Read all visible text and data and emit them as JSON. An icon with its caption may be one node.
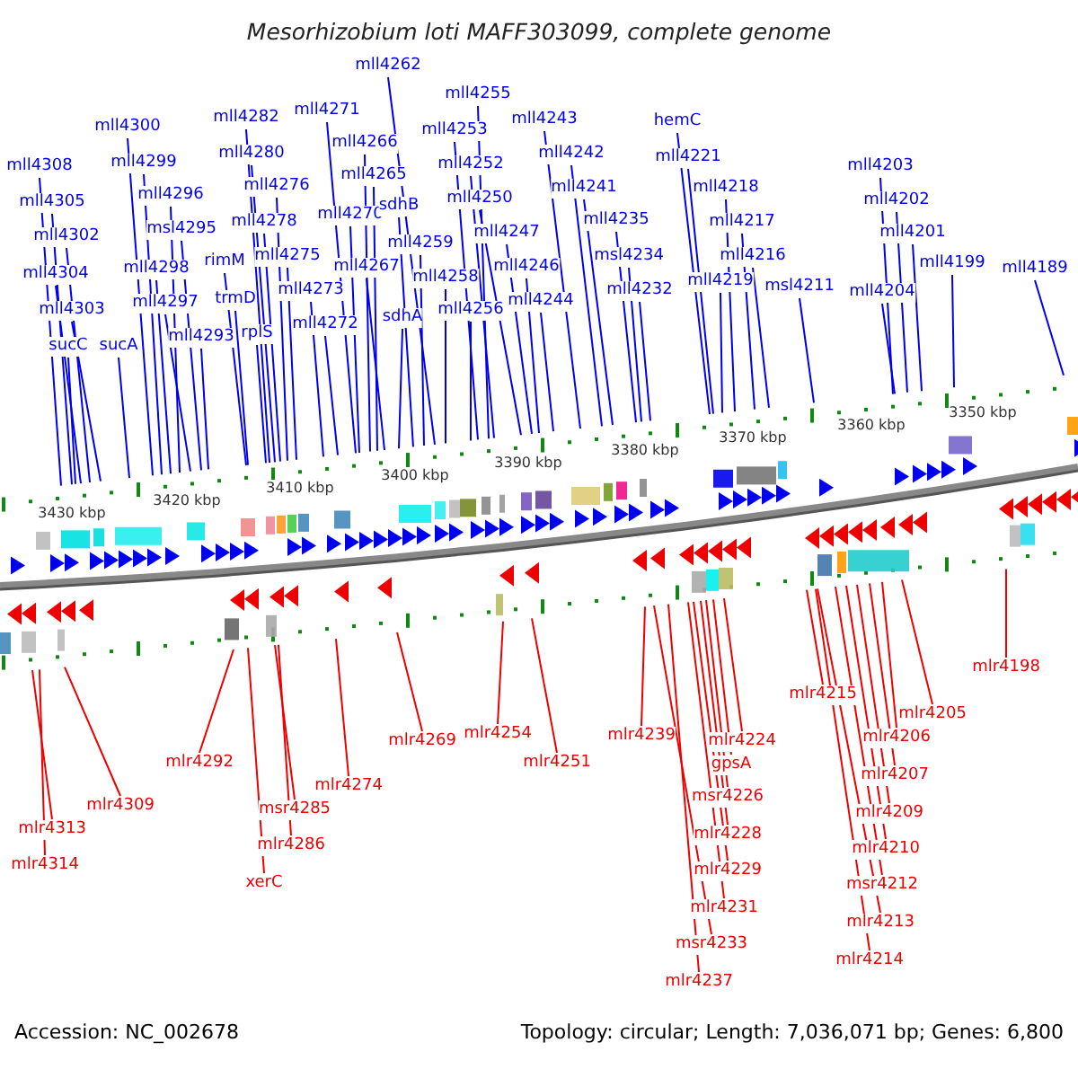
{
  "diagram": {
    "title": "Mesorhizobium loti MAFF303099, complete genome",
    "nodes": [
      {
        "text": [
          "mll4308"
        ]
      },
      {
        "text": [
          "mll4305"
        ]
      },
      {
        "text": [
          "mll4302"
        ]
      },
      {
        "text": [
          "mll4304"
        ]
      },
      {
        "text": [
          "mll4303"
        ]
      },
      {
        "text": [
          "sucC"
        ]
      },
      {
        "text": [
          "sucA"
        ]
      },
      {
        "text": [
          "mll4300"
        ]
      },
      {
        "text": [
          "mll4299"
        ]
      },
      {
        "text": [
          "mll4296"
        ]
      },
      {
        "text": [
          "msl4295"
        ]
      },
      {
        "text": [
          "mll4298"
        ]
      },
      {
        "text": [
          "mll4297"
        ]
      },
      {
        "text": [
          "mll4293"
        ]
      },
      {
        "text": [
          "mll4282"
        ]
      },
      {
        "text": [
          "mll4280"
        ]
      },
      {
        "text": [
          "mll4276"
        ]
      },
      {
        "text": [
          "mll4278"
        ]
      },
      {
        "text": [
          "rimM"
        ]
      },
      {
        "text": [
          "trmD"
        ]
      },
      {
        "text": [
          "rplS"
        ]
      },
      {
        "text": [
          "mll4275"
        ]
      },
      {
        "text": [
          "mll4273"
        ]
      },
      {
        "text": [
          "mll4272"
        ]
      },
      {
        "text": [
          "mll4271"
        ]
      },
      {
        "text": [
          "mll4266"
        ]
      },
      {
        "text": [
          "mll4265"
        ]
      },
      {
        "text": [
          "mll4270"
        ]
      },
      {
        "text": [
          "mll4267"
        ]
      },
      {
        "text": [
          "mll4262"
        ]
      },
      {
        "text": [
          "sdhB"
        ]
      },
      {
        "text": [
          "mll4259"
        ]
      },
      {
        "text": [
          "mll4258"
        ]
      },
      {
        "text": [
          "sdhA"
        ]
      },
      {
        "text": [
          "mll4256"
        ]
      },
      {
        "text": [
          "mll4255"
        ]
      },
      {
        "text": [
          "mll4253"
        ]
      },
      {
        "text": [
          "mll4252"
        ]
      },
      {
        "text": [
          "mll4250"
        ]
      },
      {
        "text": [
          "mll4247"
        ]
      },
      {
        "text": [
          "mll4246"
        ]
      },
      {
        "text": [
          "mll4244"
        ]
      },
      {
        "text": [
          "mll4243"
        ]
      },
      {
        "text": [
          "mll4242"
        ]
      },
      {
        "text": [
          "mll4241"
        ]
      },
      {
        "text": [
          "mll4235"
        ]
      },
      {
        "text": [
          "msl4234"
        ]
      },
      {
        "text": [
          "mll4232"
        ]
      },
      {
        "text": [
          "hemC"
        ]
      },
      {
        "text": [
          "mll4221"
        ]
      },
      {
        "text": [
          "mll4219"
        ]
      },
      {
        "text": [
          "mll4218"
        ]
      },
      {
        "text": [
          "mll4217"
        ]
      },
      {
        "text": [
          "mll4216"
        ]
      },
      {
        "text": [
          "msl4211"
        ]
      },
      {
        "text": [
          "mll4203"
        ]
      },
      {
        "text": [
          "mll4202"
        ]
      },
      {
        "text": [
          "mll4201"
        ]
      },
      {
        "text": [
          "mll4204"
        ]
      },
      {
        "text": [
          "mll4199"
        ]
      },
      {
        "text": [
          "mll4189"
        ]
      },
      {
        "text": [
          "mlr4313"
        ]
      },
      {
        "text": [
          "mlr4314"
        ]
      },
      {
        "text": [
          "mlr4309"
        ]
      },
      {
        "text": [
          "mlr4292"
        ]
      },
      {
        "text": [
          "xerC"
        ]
      },
      {
        "text": [
          "msr4285"
        ]
      },
      {
        "text": [
          "mlr4286"
        ]
      },
      {
        "text": [
          "mlr4274"
        ]
      },
      {
        "text": [
          "mlr4269"
        ]
      },
      {
        "text": [
          "mlr4254"
        ]
      },
      {
        "text": [
          "mlr4251"
        ]
      },
      {
        "text": [
          "mlr4239"
        ]
      },
      {
        "text": [
          "mlr4224"
        ]
      },
      {
        "text": [
          "gpsA"
        ]
      },
      {
        "text": [
          "msr4226"
        ]
      },
      {
        "text": [
          "mlr4228"
        ]
      },
      {
        "text": [
          "mlr4229"
        ]
      },
      {
        "text": [
          "mlr4231"
        ]
      },
      {
        "text": [
          "msr4233"
        ]
      },
      {
        "text": [
          "mlr4237"
        ]
      },
      {
        "text": [
          "mlr4215"
        ]
      },
      {
        "text": [
          "mlr4205"
        ]
      },
      {
        "text": [
          "mlr4206"
        ]
      },
      {
        "text": [
          "mlr4207"
        ]
      },
      {
        "text": [
          "mlr4209"
        ]
      },
      {
        "text": [
          "mlr4210"
        ]
      },
      {
        "text": [
          "msr4212"
        ]
      },
      {
        "text": [
          "mlr4213"
        ]
      },
      {
        "text": [
          "mlr4214"
        ]
      },
      {
        "text": [
          "mlr4198"
        ]
      }
    ],
    "edges": [
      {
        "from": 0,
        "to": null,
        "arrow": "none"
      },
      {
        "from": 1,
        "to": null,
        "arrow": "none"
      },
      {
        "from": 2,
        "to": null,
        "arrow": "none"
      },
      {
        "from": 3,
        "to": null,
        "arrow": "none"
      },
      {
        "from": 4,
        "to": null,
        "arrow": "none"
      },
      {
        "from": 5,
        "to": null,
        "arrow": "none"
      },
      {
        "from": 6,
        "to": null,
        "arrow": "none"
      },
      {
        "from": 7,
        "to": null,
        "arrow": "none"
      },
      {
        "from": 8,
        "to": null,
        "arrow": "none"
      },
      {
        "from": 9,
        "to": null,
        "arrow": "none"
      },
      {
        "from": 10,
        "to": null,
        "arrow": "none"
      },
      {
        "from": 11,
        "to": null,
        "arrow": "none"
      },
      {
        "from": 12,
        "to": null,
        "arrow": "none"
      },
      {
        "from": 13,
        "to": null,
        "arrow": "none"
      },
      {
        "from": 14,
        "to": null,
        "arrow": "none"
      },
      {
        "from": 15,
        "to": null,
        "arrow": "none"
      },
      {
        "from": 16,
        "to": null,
        "arrow": "none"
      },
      {
        "from": 17,
        "to": null,
        "arrow": "none"
      },
      {
        "from": 18,
        "to": null,
        "arrow": "none"
      },
      {
        "from": 19,
        "to": null,
        "arrow": "none"
      },
      {
        "from": 20,
        "to": null,
        "arrow": "none"
      },
      {
        "from": 21,
        "to": null,
        "arrow": "none"
      },
      {
        "from": 22,
        "to": null,
        "arrow": "none"
      },
      {
        "from": 23,
        "to": null,
        "arrow": "none"
      },
      {
        "from": 24,
        "to": null,
        "arrow": "none"
      },
      {
        "from": 25,
        "to": null,
        "arrow": "none"
      },
      {
        "from": 26,
        "to": null,
        "arrow": "none"
      },
      {
        "from": 27,
        "to": null,
        "arrow": "none"
      },
      {
        "from": 28,
        "to": null,
        "arrow": "none"
      },
      {
        "from": 29,
        "to": null,
        "arrow": "none"
      },
      {
        "from": 30,
        "to": null,
        "arrow": "none"
      },
      {
        "from": 31,
        "to": null,
        "arrow": "none"
      },
      {
        "from": 32,
        "to": null,
        "arrow": "none"
      },
      {
        "from": 33,
        "to": null,
        "arrow": "none"
      },
      {
        "from": 34,
        "to": null,
        "arrow": "none"
      },
      {
        "from": 35,
        "to": null,
        "arrow": "none"
      },
      {
        "from": 36,
        "to": null,
        "arrow": "none"
      },
      {
        "from": 37,
        "to": null,
        "arrow": "none"
      },
      {
        "from": 38,
        "to": null,
        "arrow": "none"
      },
      {
        "from": 39,
        "to": null,
        "arrow": "none"
      },
      {
        "from": 40,
        "to": null,
        "arrow": "none"
      },
      {
        "from": 41,
        "to": null,
        "arrow": "none"
      },
      {
        "from": 42,
        "to": null,
        "arrow": "none"
      },
      {
        "from": 43,
        "to": null,
        "arrow": "none"
      },
      {
        "from": 44,
        "to": null,
        "arrow": "none"
      },
      {
        "from": 45,
        "to": null,
        "arrow": "none"
      },
      {
        "from": 46,
        "to": null,
        "arrow": "none"
      },
      {
        "from": 47,
        "to": null,
        "arrow": "none"
      },
      {
        "from": 48,
        "to": null,
        "arrow": "none"
      },
      {
        "from": 49,
        "to": null,
        "arrow": "none"
      },
      {
        "from": 50,
        "to": null,
        "arrow": "none"
      },
      {
        "from": 51,
        "to": null,
        "arrow": "none"
      },
      {
        "from": 52,
        "to": null,
        "arrow": "none"
      },
      {
        "from": 53,
        "to": null,
        "arrow": "none"
      },
      {
        "from": 54,
        "to": null,
        "arrow": "none"
      },
      {
        "from": 55,
        "to": null,
        "arrow": "none"
      },
      {
        "from": 56,
        "to": null,
        "arrow": "none"
      },
      {
        "from": 57,
        "to": null,
        "arrow": "none"
      },
      {
        "from": 58,
        "to": null,
        "arrow": "none"
      },
      {
        "from": 59,
        "to": null,
        "arrow": "none"
      },
      {
        "from": 60,
        "to": null,
        "arrow": "none"
      },
      {
        "from": 61,
        "to": null,
        "arrow": "none",
        "color": "#ee0000"
      },
      {
        "from": 62,
        "to": null,
        "arrow": "none",
        "color": "#ee0000"
      },
      {
        "from": 63,
        "to": null,
        "arrow": "none",
        "color": "#ee0000"
      },
      {
        "from": 64,
        "to": null,
        "arrow": "none",
        "color": "#ee0000"
      },
      {
        "from": 65,
        "to": null,
        "arrow": "none",
        "color": "#ee0000"
      },
      {
        "from": 66,
        "to": null,
        "arrow": "none",
        "color": "#ee0000"
      },
      {
        "from": 67,
        "to": null,
        "arrow": "none",
        "color": "#ee0000"
      },
      {
        "from": 68,
        "to": null,
        "arrow": "none",
        "color": "#ee0000"
      },
      {
        "from": 69,
        "to": null,
        "arrow": "none",
        "color": "#ee0000"
      },
      {
        "from": 70,
        "to": null,
        "arrow": "none",
        "color": "#ee0000"
      },
      {
        "from": 71,
        "to": null,
        "arrow": "none",
        "color": "#ee0000"
      },
      {
        "from": 72,
        "to": null,
        "arrow": "none",
        "color": "#ee0000"
      },
      {
        "from": 73,
        "to": null,
        "arrow": "none",
        "color": "#ee0000"
      },
      {
        "from": 74,
        "to": null,
        "arrow": "none",
        "color": "#ee0000"
      },
      {
        "from": 75,
        "to": null,
        "arrow": "none",
        "color": "#ee0000"
      },
      {
        "from": 76,
        "to": null,
        "arrow": "none",
        "color": "#ee0000"
      },
      {
        "from": 77,
        "to": null,
        "arrow": "none",
        "color": "#ee0000"
      },
      {
        "from": 78,
        "to": null,
        "arrow": "none",
        "color": "#ee0000"
      },
      {
        "from": 79,
        "to": null,
        "arrow": "none",
        "color": "#ee0000"
      },
      {
        "from": 80,
        "to": null,
        "arrow": "none",
        "color": "#ee0000"
      },
      {
        "from": 81,
        "to": null,
        "arrow": "none",
        "color": "#ee0000"
      },
      {
        "from": 82,
        "to": null,
        "arrow": "none",
        "color": "#ee0000"
      },
      {
        "from": 83,
        "to": null,
        "arrow": "none",
        "color": "#ee0000"
      },
      {
        "from": 84,
        "to": null,
        "arrow": "none",
        "color": "#ee0000"
      },
      {
        "from": 85,
        "to": null,
        "arrow": "none",
        "color": "#ee0000"
      },
      {
        "from": 86,
        "to": null,
        "arrow": "none",
        "color": "#ee0000"
      },
      {
        "from": 87,
        "to": null,
        "arrow": "none",
        "color": "#ee0000"
      },
      {
        "from": 88,
        "to": null,
        "arrow": "none",
        "color": "#ee0000"
      },
      {
        "from": 89,
        "to": null,
        "arrow": "none",
        "color": "#ee0000"
      },
      {
        "from": 90,
        "to": null,
        "arrow": "none",
        "color": "#ee0000"
      }
    ],
    "labels": [
      "3430 kbp",
      "3420 kbp",
      "3410 kbp",
      "3400 kbp",
      "3390 kbp",
      "3380 kbp",
      "3370 kbp",
      "3360 kbp",
      "3350 kbp",
      "Accession: NC_002678",
      "Topology: circular; Length: 7,036,071 bp; Genes: 6,800"
    ]
  }
}
